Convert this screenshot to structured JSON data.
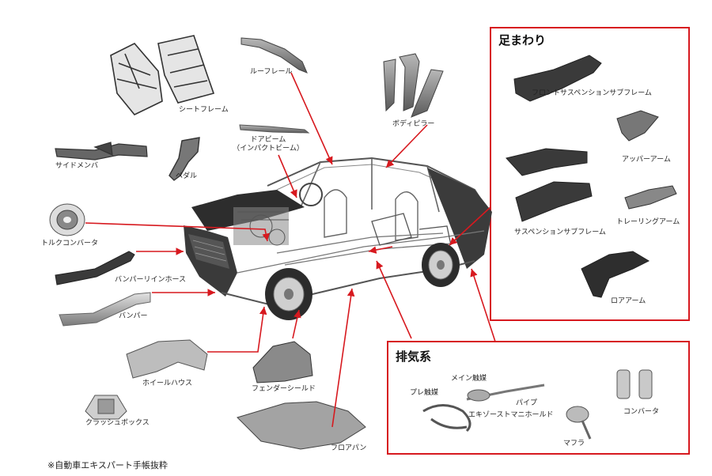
{
  "colors": {
    "arrow": "#d7191f",
    "panel_border": "#d7191f",
    "part_metal": "#6e6e6e",
    "part_dark": "#2b2b2b",
    "car_body": "#3a3a3a"
  },
  "labels": {
    "seat_frame": "シートフレーム",
    "roof_rail": "ルーフレール",
    "body_pillar": "ボディピラー",
    "door_beam_line1": "ドアビーム",
    "door_beam_line2": "（インパクトビーム）",
    "side_member": "サイドメンバ",
    "pedal": "ペダル",
    "torque_converter": "トルクコンバータ",
    "bumper_reinforcement": "バンパーリインホース",
    "bumper": "バンパー",
    "wheel_house": "ホイールハウス",
    "fender_shield": "フェンダーシールド",
    "crash_box": "クラッシュボックス",
    "floor_pan": "フロアパン"
  },
  "suspension_panel": {
    "title": "足まわり",
    "front_subframe": "フロントサスペンションサブフレーム",
    "upper_arm": "アッパーアーム",
    "suspension_subframe": "サスペンションサブフレーム",
    "trailing_arm": "トレーリングアーム",
    "lower_arm": "ロアアーム"
  },
  "exhaust_panel": {
    "title": "排気系",
    "main_catalyst": "メイン触媒",
    "pre_catalyst": "プレ触媒",
    "pipe": "パイプ",
    "exhaust_manifold": "エキゾーストマニホールド",
    "muffler": "マフラ",
    "converter": "コンバータ"
  },
  "footnote": "※自動車エキスパート手帳抜粋"
}
